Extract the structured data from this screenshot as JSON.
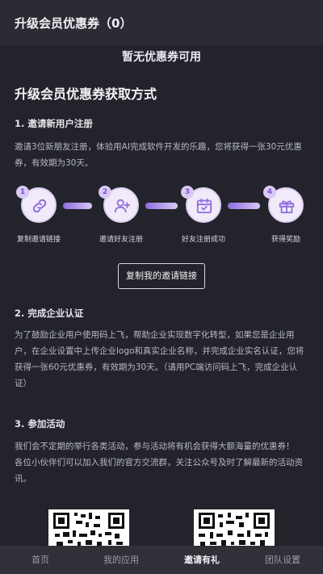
{
  "header": {
    "title": "升级会员优惠券（0）"
  },
  "empty_note": "暂无优惠券可用",
  "section_title": "升级会员优惠券获取方式",
  "method1": {
    "title": "1. 邀请新用户注册",
    "desc_lines": [
      "邀请3位新朋友注册，体验用AI完成软件开发的乐趣，您将获得一张30元优惠",
      "券，有效期为30天。"
    ],
    "steps": [
      {
        "num": "1",
        "label": "复制邀请链接",
        "icon": "link-icon"
      },
      {
        "num": "2",
        "label": "邀请好友注册",
        "icon": "add-user-icon"
      },
      {
        "num": "3",
        "label": "好友注册成功",
        "icon": "calendar-check-icon"
      },
      {
        "num": "4",
        "label": "获得奖励",
        "icon": "gift-icon"
      }
    ],
    "copy_button": "复制我的邀请链接"
  },
  "method2": {
    "title": "2. 完成企业认证",
    "desc_lines": [
      "为了鼓励企业用户使用码上飞，帮助企业实现数字化转型，如果您是企业用",
      "户，在企业设置中上传企业logo和真实企业名称，并完成企业实名认证，您将",
      "获得一张60元优惠券，有效期为30天。（请用PC端访问码上飞，完成企业认",
      "证）"
    ]
  },
  "method3": {
    "title": "3. 参加活动",
    "desc_lines": [
      "我们会不定期的举行各类活动，参与活动将有机会获得大额海量的优惠券！",
      "各位小伙伴们可以加入我们的官方交流群，关注公众号及时了解最新的活动资",
      "讯。"
    ]
  },
  "tabbar": {
    "items": [
      {
        "label": "首页"
      },
      {
        "label": "我的应用"
      },
      {
        "label": "邀请有礼"
      },
      {
        "label": "团队设置"
      }
    ]
  },
  "colors": {
    "background": "#23242b",
    "accent": "#8f6de0",
    "icon_bg": "#f1eaf9"
  }
}
